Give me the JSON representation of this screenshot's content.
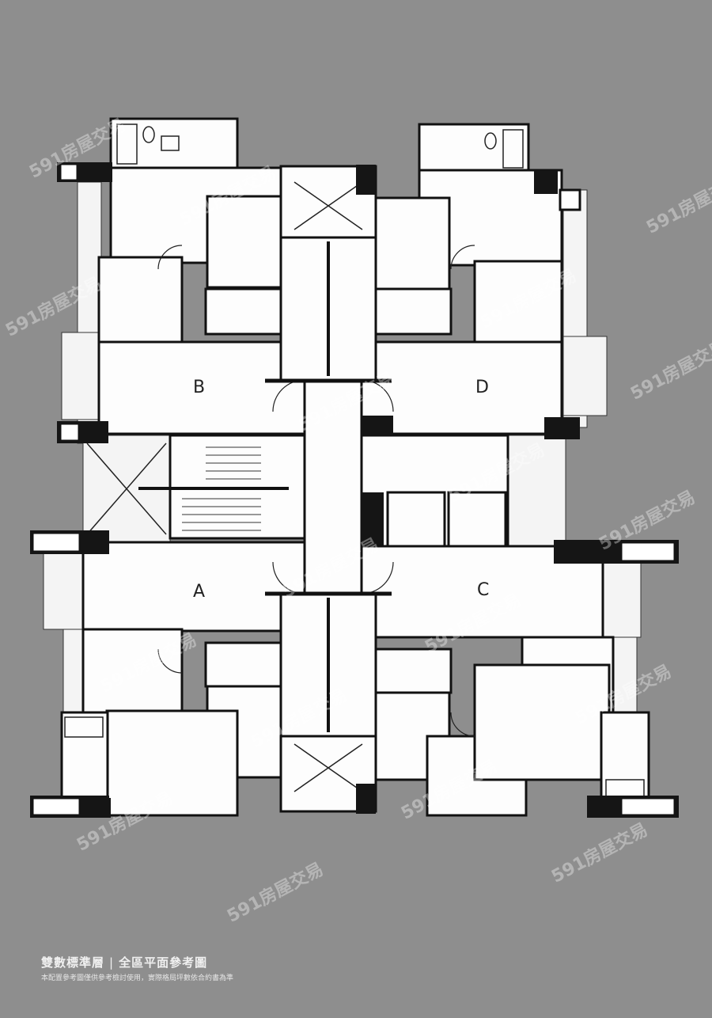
{
  "units": {
    "a": "A",
    "b": "B",
    "c": "C",
    "d": "D"
  },
  "watermark": "591房屋交易",
  "caption": {
    "title": "雙數標準層",
    "separator": "|",
    "subtitle": "全區平面參考圖",
    "note": "本配置參考圖僅供參考檢討使用，實際格局坪數依合約書為準"
  }
}
